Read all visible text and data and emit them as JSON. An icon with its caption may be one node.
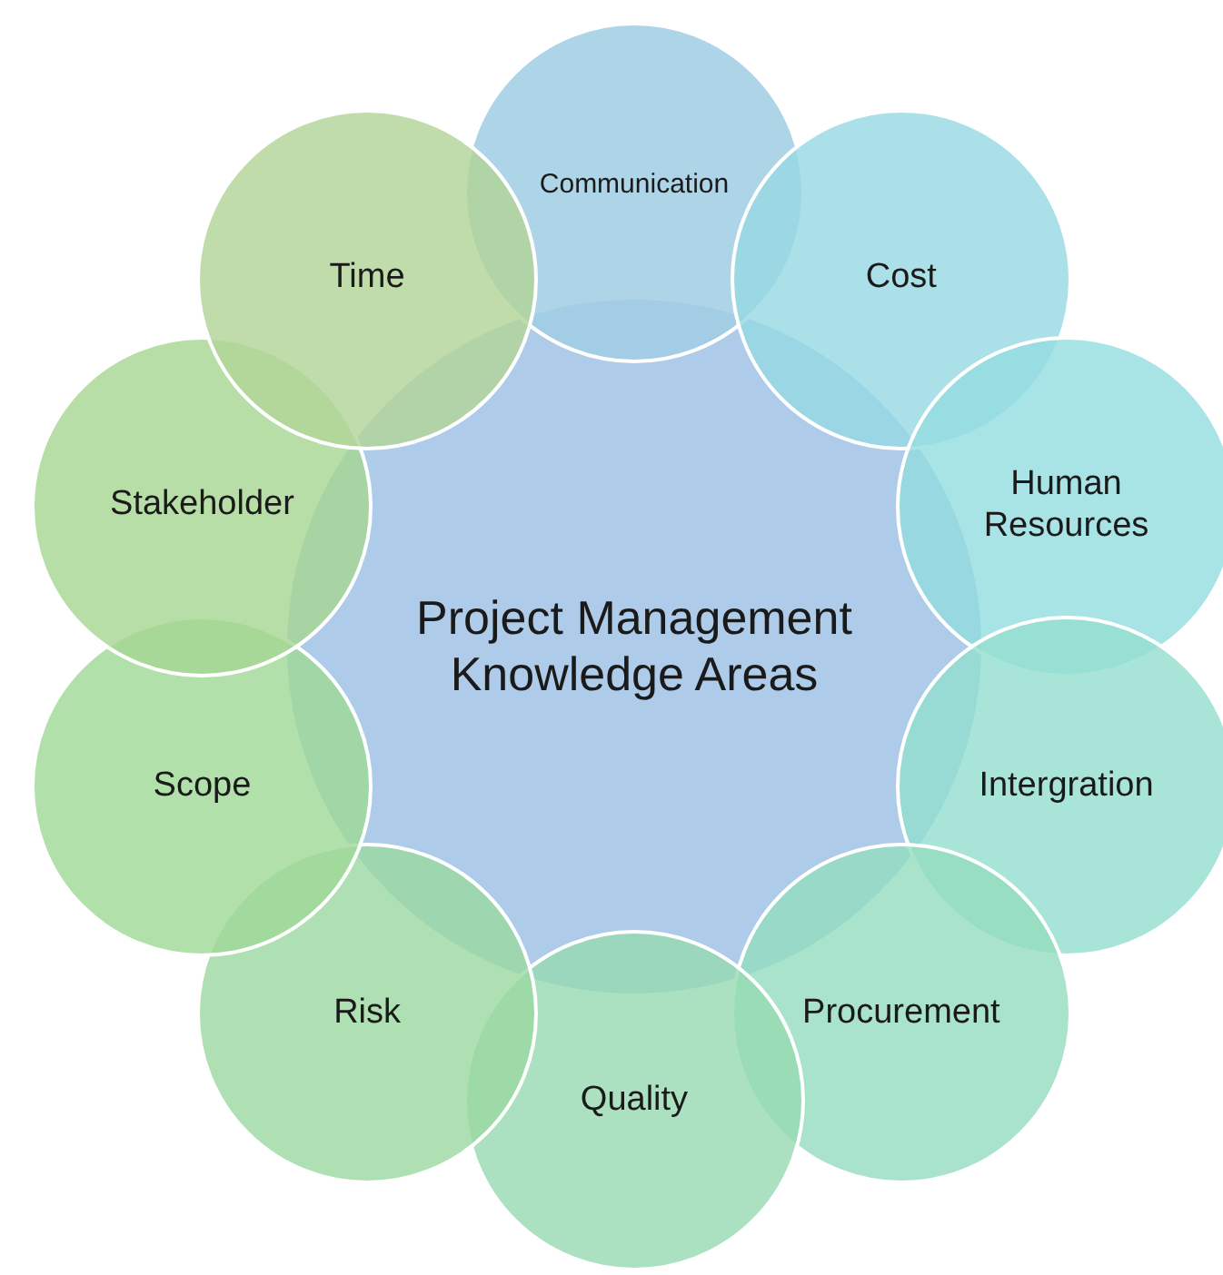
{
  "diagram": {
    "nodes": [
      {
        "text": [
          "Project Management Knowledge Areas"
        ]
      },
      {
        "text": [
          "Communication"
        ]
      },
      {
        "text": [
          "Cost"
        ]
      },
      {
        "text": [
          "Human Resources"
        ]
      },
      {
        "text": [
          "Intergration"
        ]
      },
      {
        "text": [
          "Procurement"
        ]
      },
      {
        "text": [
          "Quality"
        ]
      },
      {
        "text": [
          "Risk"
        ]
      },
      {
        "text": [
          "Scope"
        ]
      },
      {
        "text": [
          "Stakeholder"
        ]
      },
      {
        "text": [
          "Time"
        ]
      }
    ]
  }
}
